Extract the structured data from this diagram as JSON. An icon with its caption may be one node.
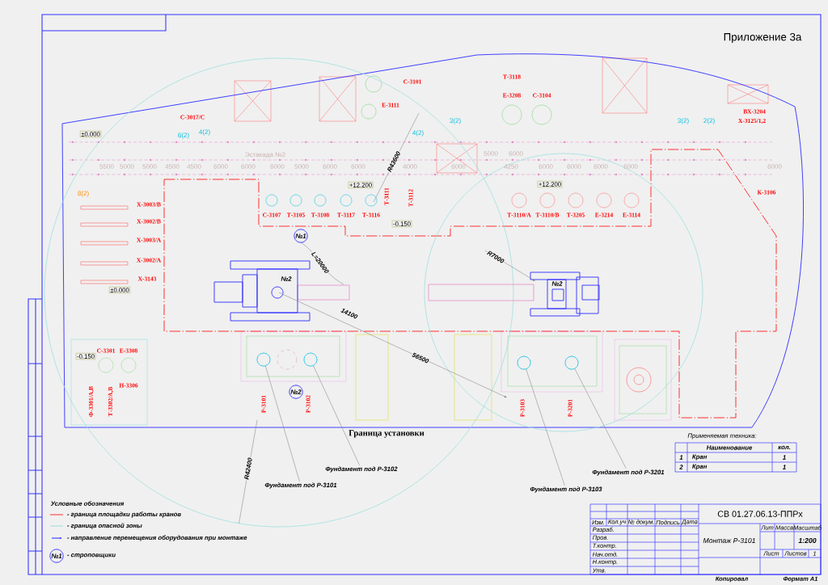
{
  "diagram": {
    "nodes": [
      {
        "text": [
          "№1"
        ]
      },
      {
        "text": [
          "№2"
        ]
      },
      {
        "text": [
          "Фундамент под Р-3101"
        ]
      },
      {
        "text": [
          "Фундамент под Р-3102"
        ]
      },
      {
        "text": [
          "Фундамент под Р-3103"
        ]
      },
      {
        "text": [
          "Фундамент под Р-3201"
        ]
      },
      {
        "text": [],
        "shape": "circle"
      },
      {
        "text": [],
        "shape": "circle"
      },
      {
        "text": [],
        "shape": "circle"
      },
      {
        "text": [],
        "shape": "circle"
      }
    ],
    "edges": [
      {
        "from": 2,
        "to": 6,
        "arrow": "none"
      },
      {
        "from": 3,
        "to": 7,
        "arrow": "none"
      },
      {
        "from": 4,
        "to": 8,
        "arrow": "none"
      },
      {
        "from": 5,
        "to": 9,
        "arrow": "none"
      }
    ],
    "labels": [
      "Приложение 3а",
      "С-3101",
      "Т-3118",
      "Е-3208",
      "С-3104",
      "Е-3111",
      "ВХ-3204",
      "С-3017/С",
      "Х-3125/1,2",
      "6(2)",
      "4(2)",
      "4(2)",
      "3(2)",
      "3(2)",
      "2(2)",
      "±0.000",
      "Эстакада №2",
      "R43600",
      "8(2)",
      "Т-3111",
      "Т-3112",
      "К-3106",
      "+12.200",
      "+12.200",
      "Х-3003/В",
      "С-3107",
      "Т-3105",
      "Т-3108",
      "Т-3117",
      "Т-3116",
      "Т-3110/А",
      "Т-3110/В",
      "Т-3205",
      "Е-3214",
      "Е-3114",
      "-0.150",
      "Х-3002/В",
      "Х-3003/А",
      "L=20000",
      "Х-3002/А",
      "R7000",
      "Х-3143",
      "№2",
      "№2",
      "±0.000",
      "14100",
      "С-3301",
      "Е-3308",
      "-0.150",
      "56500",
      "Н-3306",
      "Ф-3301/А,В",
      "Т-3302/А,В",
      "Р-3101",
      "Р-3102",
      "Р-3103",
      "Р-3201",
      "Граница установки",
      "R42400",
      "Применяемая техника:",
      "Наименование",
      "кол.",
      "1",
      "Кран",
      "1",
      "2",
      "Кран",
      "1",
      "Условные обозначения",
      "№1",
      "СВ 01.27.06.13-ППРх",
      "Изм.",
      "Кол.уч",
      "№ докум.",
      "Подпись",
      "Дата",
      "Разраб.",
      "Пров.",
      "Т.контр.",
      "Нач.отд.",
      "Н.контр.",
      "Утв.",
      "Монтаж Р-3101",
      "Лит",
      "Масса",
      "Масштаб",
      "1:200",
      "Лист",
      "Листов",
      "1",
      "Копировал",
      "Формат А1",
      "5500",
      "5000",
      "5000",
      "4500",
      "4500",
      "6000",
      "6000",
      "6000",
      "5000",
      "6000",
      "6000",
      "4000",
      "6000",
      "5000",
      "6000",
      "4250",
      "6000",
      "6000",
      "6000",
      "6000",
      "6000"
    ],
    "legend": [
      {
        "text": "- граница площадки работы кранов"
      },
      {
        "text": "- граница опасной зоны"
      },
      {
        "text": "- направление перемещения оборудования при монтаже"
      },
      {
        "text": "- строповщики"
      }
    ]
  }
}
